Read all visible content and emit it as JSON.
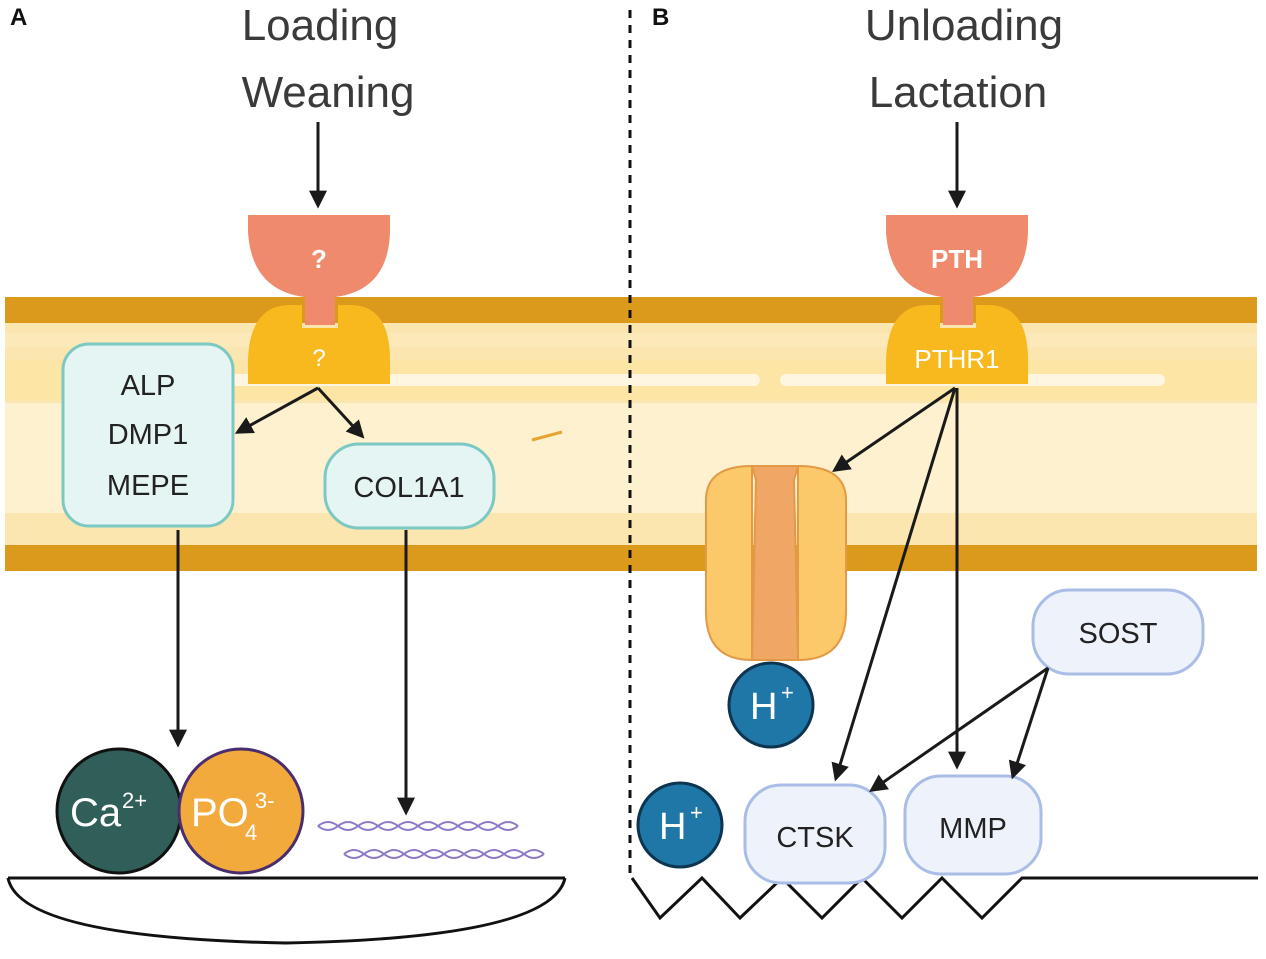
{
  "panel_a": {
    "letter": "A",
    "title_line1": "Loading",
    "title_line2": "Weaning",
    "ligand_label": "?",
    "receptor_label": "?",
    "gene_box_line1": "ALP",
    "gene_box_line2": "DMP1",
    "gene_box_line3": "MEPE",
    "collagen_box": "COL1A1",
    "calcium_base": "Ca",
    "calcium_sup": "2+",
    "phosphate_base": "PO",
    "phosphate_sub": "4",
    "phosphate_sup": "3-"
  },
  "panel_b": {
    "letter": "B",
    "title_line1": "Unloading",
    "title_line2": "Lactation",
    "ligand_label": "PTH",
    "receptor_label": "PTHR1",
    "sost_box": "SOST",
    "ctsk_box": "CTSK",
    "mmp_box": "MMP",
    "proton_base": "H",
    "proton_sup": "+"
  },
  "colors": {
    "membrane_dark": "#dc9a1c",
    "membrane_light": "#fbe6b0",
    "ligand": "#ef8a6c",
    "receptor": "#f8b91e",
    "teal_box_stroke": "#7cc9c3",
    "teal_box_fill": "#e5f5f3",
    "blue_box_stroke": "#a9bde6",
    "blue_box_fill": "#eef2fb",
    "calcium": "#2f5f58",
    "phosphate": "#f1aa3b",
    "proton": "#1f77a8"
  }
}
